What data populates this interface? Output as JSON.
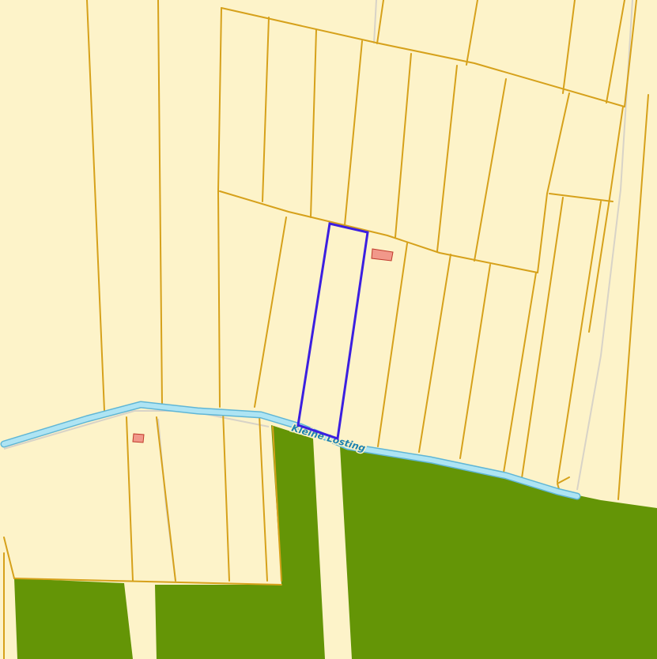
{
  "map": {
    "colors": {
      "background": "#fdf3c9",
      "parcel_boundary": "#d6a11b",
      "forest": "#649506",
      "water": "#aee4f3",
      "water_outline": "#5fb6d6",
      "building": "#f1988a",
      "selection": "#3c1fe0"
    },
    "labels": {
      "river_name": "Kleine Losting"
    },
    "layers": [
      "parcels",
      "forest",
      "buildings",
      "waterway",
      "selected-parcel"
    ]
  }
}
